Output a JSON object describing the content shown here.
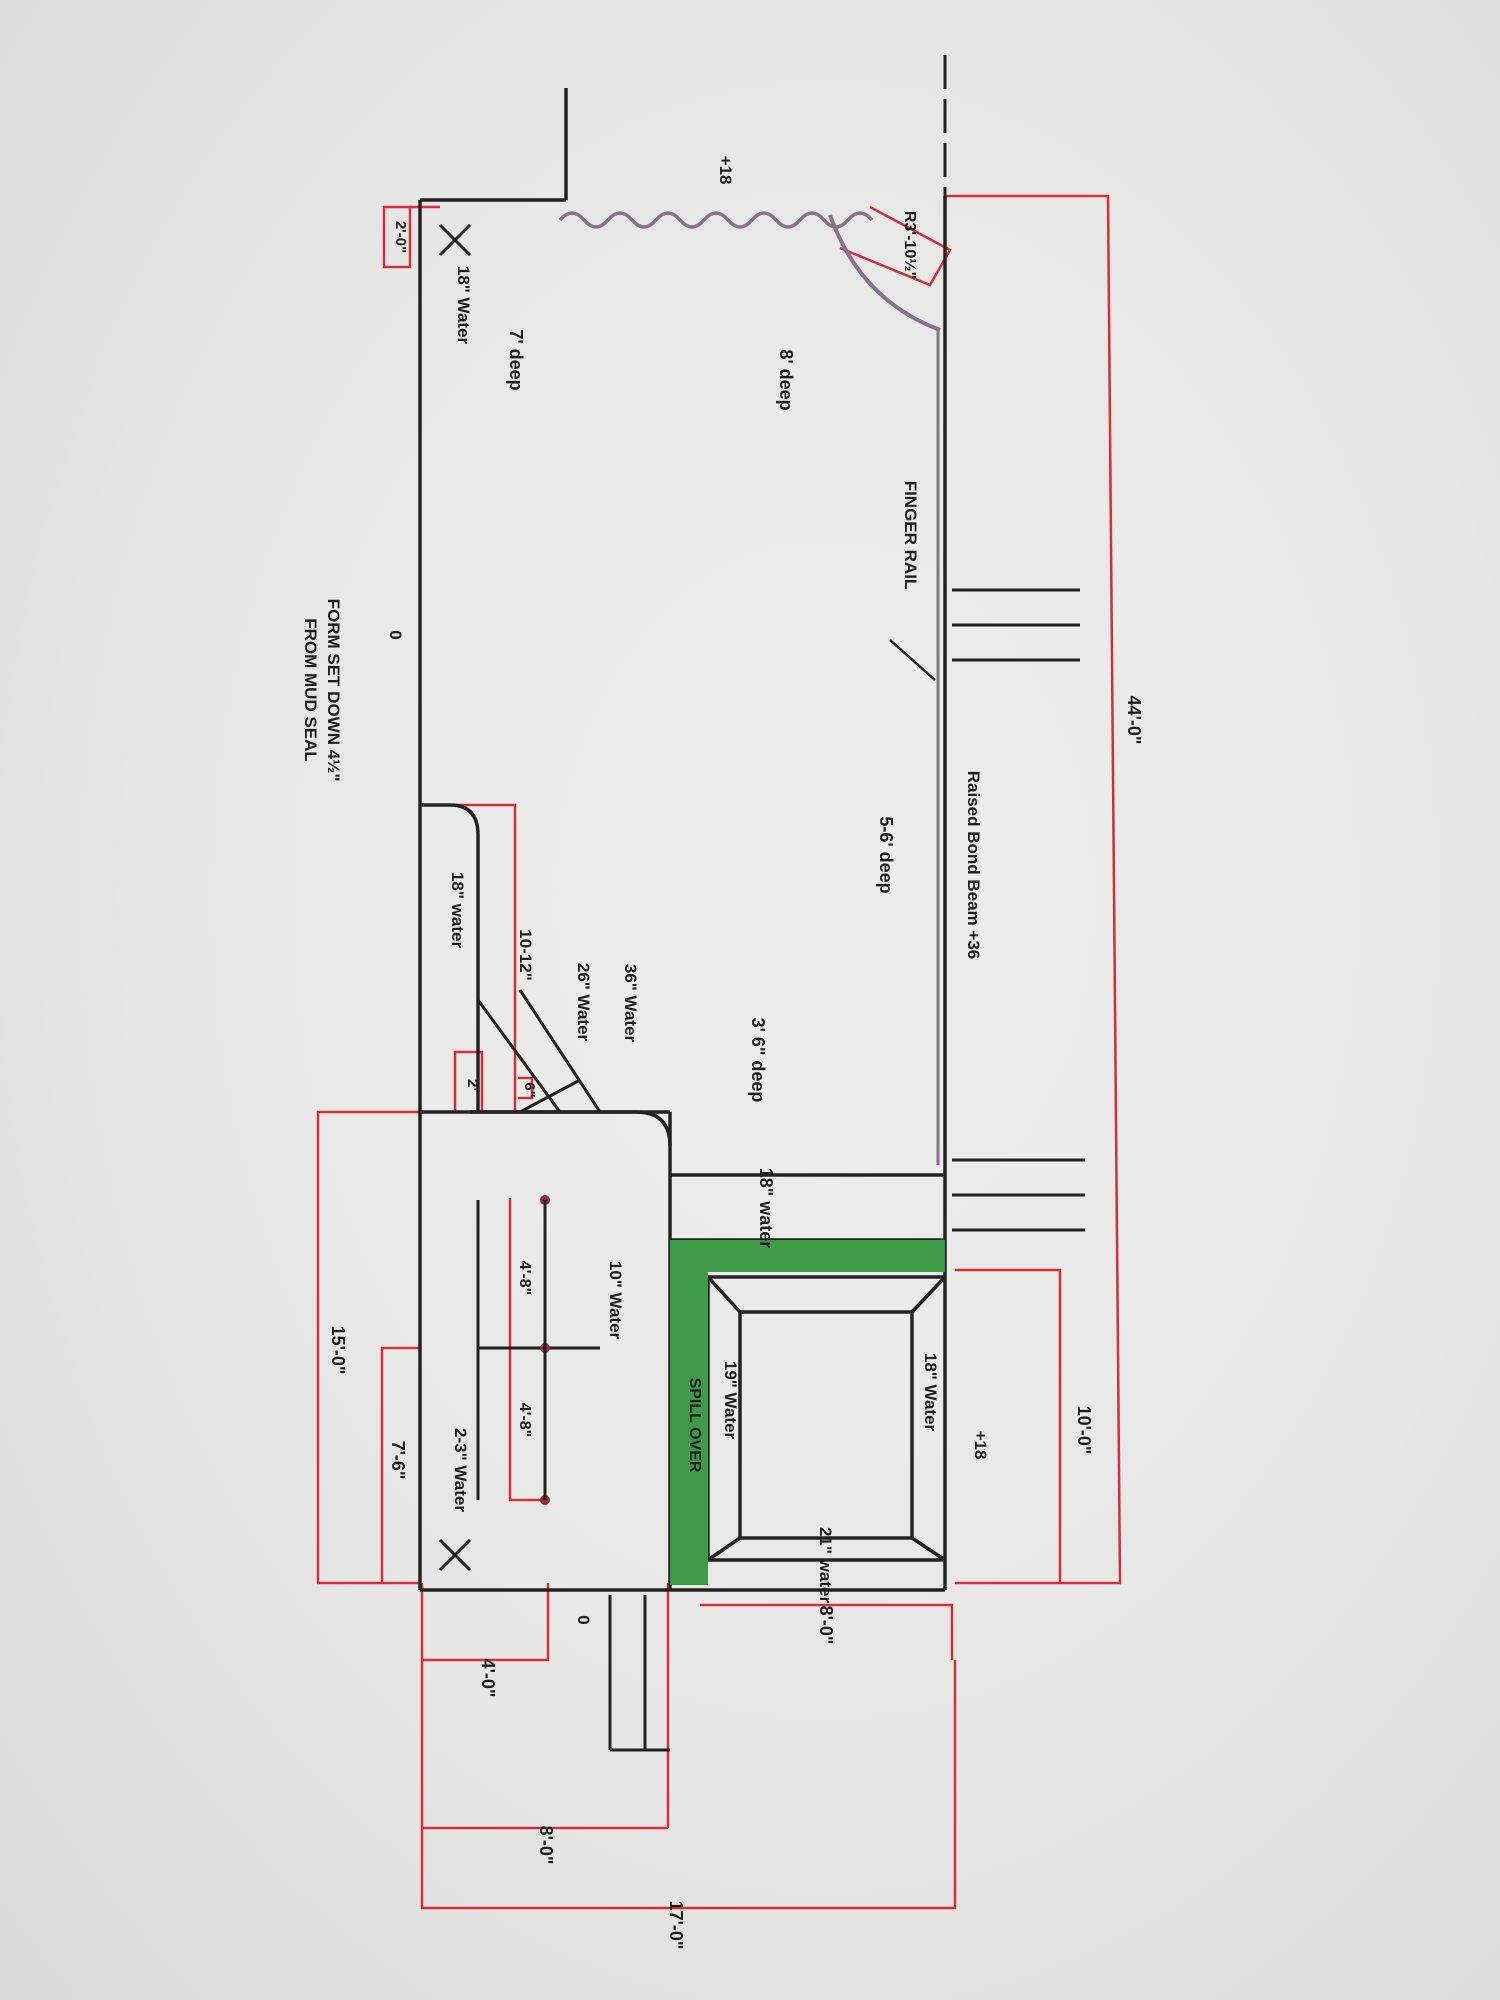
{
  "plan": {
    "colors": {
      "ink": "#222222",
      "dimension": "#d1303a",
      "spillover": "#3f9a4a",
      "finger_rail": "#8a6f8e",
      "paper": "#e6e7e5"
    },
    "rotation": "drawing rotated 90 degrees clockwise on the sheet",
    "dimensions": {
      "overall_length": "44'-0\"",
      "bottom_width": "17'-0\"",
      "spa_width": "10'-0\"",
      "spa_inner": "8'-0\"",
      "step_width_left": "8'-0\"",
      "step_width_4": "4'-0\"",
      "tanning_ledge": "15'-0\"",
      "bench_7": "7'-6\"",
      "corner_2": "2'-0\"",
      "radius": "R3'-10½\"",
      "step_2": "2'",
      "step_6": "6\"",
      "ledge_span_1": "4'-8\"",
      "ledge_span_2": "4'-8\""
    },
    "depths": {
      "deep_8": "8' deep",
      "deep_7": "7' deep",
      "deep_5_6": "5-6' deep",
      "deep_3_6": "3' 6\" deep"
    },
    "water": {
      "corner_water": "18\" Water",
      "step_water_18": "18\" water",
      "step_water_26": "26\" Water",
      "step_water_36": "36\" Water",
      "ledge_water_18": "18\" water",
      "ledge_water_10": "10\" Water",
      "ledge_water_2_3": "2-3\" Water",
      "spa_water_18": "18\" Water",
      "spa_water_19": "19\" Water",
      "spa_water_21": "21\" water"
    },
    "labels": {
      "finger_rail": "FINGER RAIL",
      "bond_beam": "Raised Bond Beam  +36",
      "spill_over": "SPILL OVER",
      "elev_18_top": "+18",
      "elev_18_spa": "+18",
      "step_10_12": "10-12\"",
      "zero_left": "0",
      "zero_right": "0",
      "form_note_1": "FORM SET DOWN 4½\"",
      "form_note_2": "FROM MUD SEAL"
    }
  }
}
